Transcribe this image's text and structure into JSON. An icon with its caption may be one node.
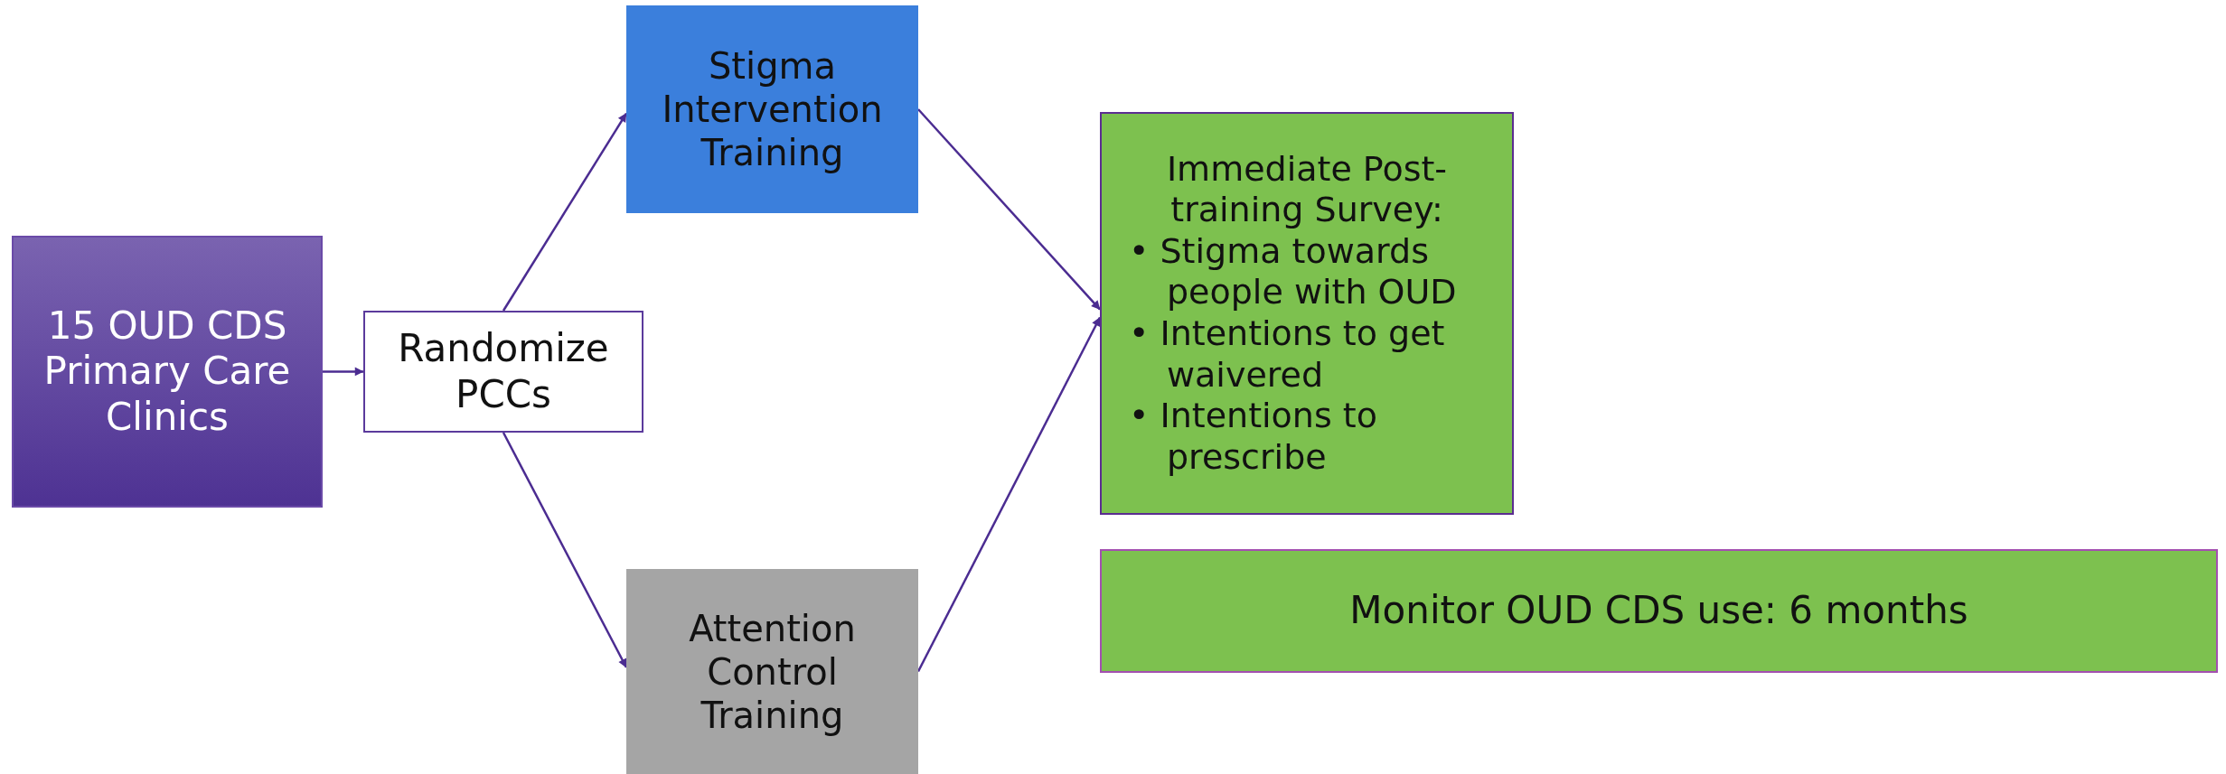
{
  "diagram": {
    "nodes": [
      {
        "text": [
          "15 OUD CDS Primary Care Clinics"
        ]
      },
      {
        "text": [
          "Randomize PCCs"
        ]
      },
      {
        "text": [
          "Stigma Intervention Training"
        ]
      },
      {
        "text": [
          "Attention Control Training"
        ]
      },
      {
        "text": [
          "Immediate Post-training Survey:",
          "• Stigma towards people with OUD",
          "• Intentions to get waivered",
          "• Intentions to prescribe"
        ]
      },
      {
        "text": [
          "Monitor OUD CDS use: 6 months"
        ]
      }
    ],
    "edges": [
      {
        "from": 0,
        "to": 1,
        "arrow": "to"
      },
      {
        "from": 1,
        "to": 2,
        "arrow": "to"
      },
      {
        "from": 1,
        "to": 3,
        "arrow": "to"
      },
      {
        "from": 2,
        "to": 4,
        "arrow": "to"
      },
      {
        "from": 3,
        "to": 4,
        "arrow": "to"
      }
    ]
  }
}
